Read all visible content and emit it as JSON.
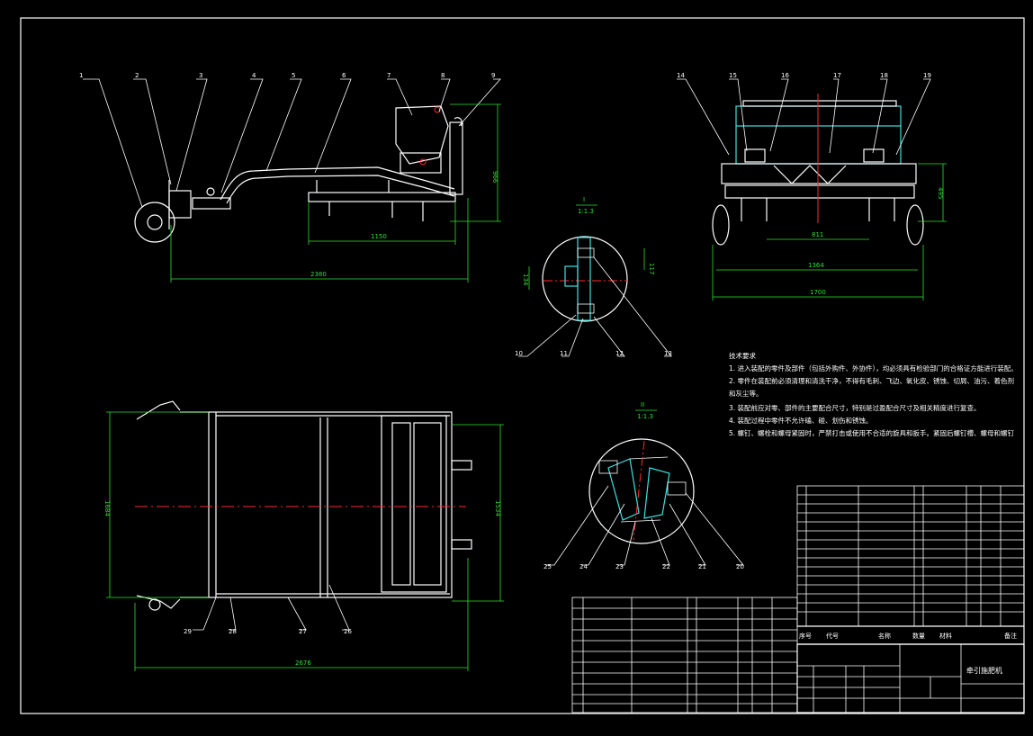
{
  "drawing": {
    "balloons": {
      "b1": "1",
      "b2": "2",
      "b3": "3",
      "b4": "4",
      "b5": "5",
      "b6": "6",
      "b7": "7",
      "b8": "8",
      "b9": "9",
      "b10": "10",
      "b11": "11",
      "b12": "12",
      "b13": "13",
      "b14": "14",
      "b15": "15",
      "b16": "16",
      "b17": "17",
      "b18": "18",
      "b19": "19",
      "b20": "20",
      "b21": "21",
      "b22": "22",
      "b23": "23",
      "b24": "24",
      "b25": "25",
      "b26": "26",
      "b27": "27",
      "b28": "28",
      "b29": "29"
    },
    "dimensions": {
      "side_overall": "2380",
      "side_frame": "1150",
      "side_height": "966",
      "front_inner": "811",
      "front_wheel": "1364",
      "front_overall": "1700",
      "front_height": "495",
      "top_length": "2676",
      "top_width": "1684",
      "top_width_right": "1534",
      "detail_a_dim1": "117",
      "detail_a_dim2": "134"
    },
    "detail_views": {
      "i_label": "I",
      "i_scale": "1:1.3",
      "ii_label": "II",
      "ii_scale": "1:1.3"
    },
    "tech_requirements": {
      "title": "技术要求",
      "line1": "1. 进入装配的零件及部件（包括外购件、外协件），均必须具有检验部门的合格证方能进行装配。",
      "line2": "2. 零件在装配前必须清理和清洗干净，不得有毛刺、飞边、氧化皮、锈蚀、切屑、油污、着色剂",
      "line3": "和灰尘等。",
      "line4": "3. 装配前应对零、部件的主要配合尺寸，特别是过盈配合尺寸及相关精度进行复查。",
      "line5": "4. 装配过程中零件不允许磕、碰、划伤和锈蚀。",
      "line6": "5. 螺钉、螺栓和螺母紧固时，严禁打击或使用不合适的旋具和扳手。紧固后螺钉槽、螺母和螺钉"
    },
    "title_block": {
      "col_seq": "序号",
      "col_code": "代号",
      "col_name": "名称",
      "col_qty": "数量",
      "col_material": "材料",
      "col_remark": "备注",
      "drawing_name": "牵引施肥机"
    }
  }
}
